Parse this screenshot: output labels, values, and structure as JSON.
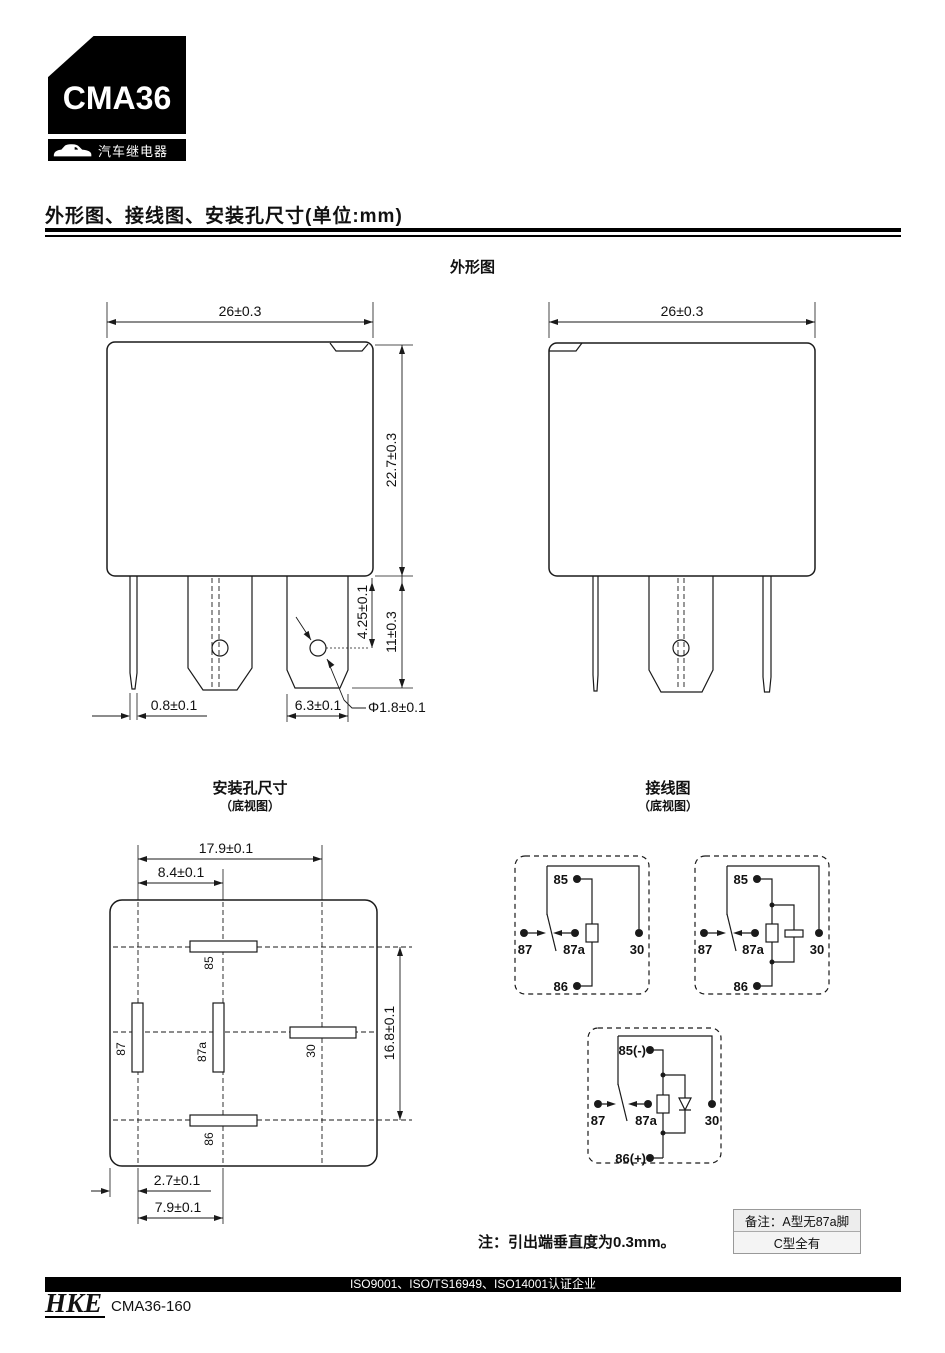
{
  "logo": {
    "model": "CMA36",
    "tagline": "汽车继电器"
  },
  "page_title": "外形图、接线图、安装孔尺寸(单位:mm)",
  "outline_section": {
    "title": "外形图",
    "front_view": {
      "dim_width": "26±0.3",
      "dim_height": "22.7±0.3",
      "dim_hole_offset": "4.25±0.1",
      "dim_pin_length": "11±0.3",
      "dim_thin_pin": "0.8±0.1",
      "dim_wide_pin": "6.3±0.1",
      "dim_hole_dia": "Φ1.8±0.1"
    },
    "side_view": {
      "dim_width": "26±0.3"
    }
  },
  "mounting_section": {
    "title": "安装孔尺寸",
    "subtitle": "（底视图）",
    "dim_span_x": "17.9±0.1",
    "dim_inner_x": "8.4±0.1",
    "dim_span_y": "16.8±0.1",
    "dim_edge": "2.7±0.1",
    "dim_pitch": "7.9±0.1",
    "pin_85": "85",
    "pin_87": "87",
    "pin_87a": "87a",
    "pin_30": "30",
    "pin_86": "86"
  },
  "wiring_section": {
    "title": "接线图",
    "subtitle": "（底视图）",
    "diagram_a": {
      "t85": "85",
      "t87": "87",
      "t87a": "87a",
      "t30": "30",
      "t86": "86"
    },
    "diagram_b": {
      "t85": "85",
      "t87": "87",
      "t87a": "87a",
      "t30": "30",
      "t86": "86"
    },
    "diagram_c": {
      "t85": "85(-)",
      "t87": "87",
      "t87a": "87a",
      "t30": "30",
      "t86": "86(+)"
    }
  },
  "note": "注：引出端垂直度为0.3mm。",
  "remark": {
    "line1": "备注：A型无87a脚",
    "line2": "C型全有"
  },
  "footer": {
    "certification": "ISO9001、ISO/TS16949、ISO14001认证企业"
  },
  "brand": {
    "name": "HKE",
    "doc_code": "CMA36-160"
  },
  "colors": {
    "ink": "#000000",
    "remark_bg": "#ededed"
  }
}
